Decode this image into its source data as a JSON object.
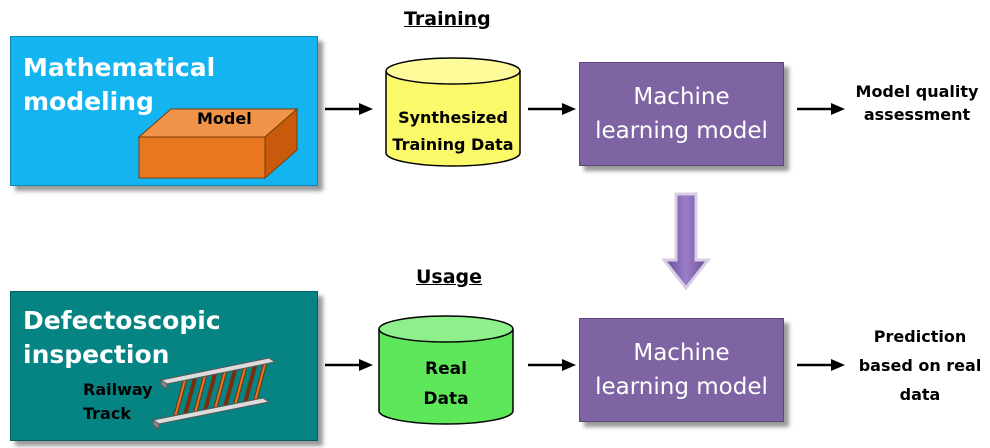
{
  "training": {
    "title": "Training",
    "source_panel": {
      "label": "Mathematical modeling",
      "color": "#14b4f0"
    },
    "model_box_label": "Model",
    "data_store": {
      "label": "Synthesized Training Data",
      "color": "#fbf96a"
    },
    "ml_model": {
      "label": "Machine learning model",
      "color": "#7f64a3"
    },
    "output_label": "Model quality assessment"
  },
  "usage": {
    "title": "Usage",
    "source_panel": {
      "label": "Defectoscopic inspection",
      "color": "#068484"
    },
    "track_label": "Railway Track",
    "data_store": {
      "label": "Real Data",
      "color": "#5ee75a"
    },
    "ml_model": {
      "label": "Machine learning model",
      "color": "#7f64a3"
    },
    "output_label": "Prediction based on real data"
  },
  "colors": {
    "model_box": "#e8781e",
    "arrow": "#000000",
    "transfer_arrow": "#8a6ab8"
  },
  "icons": [
    "arrow-right-icon",
    "arrow-down-icon",
    "box-3d-icon",
    "railway-track-icon"
  ]
}
